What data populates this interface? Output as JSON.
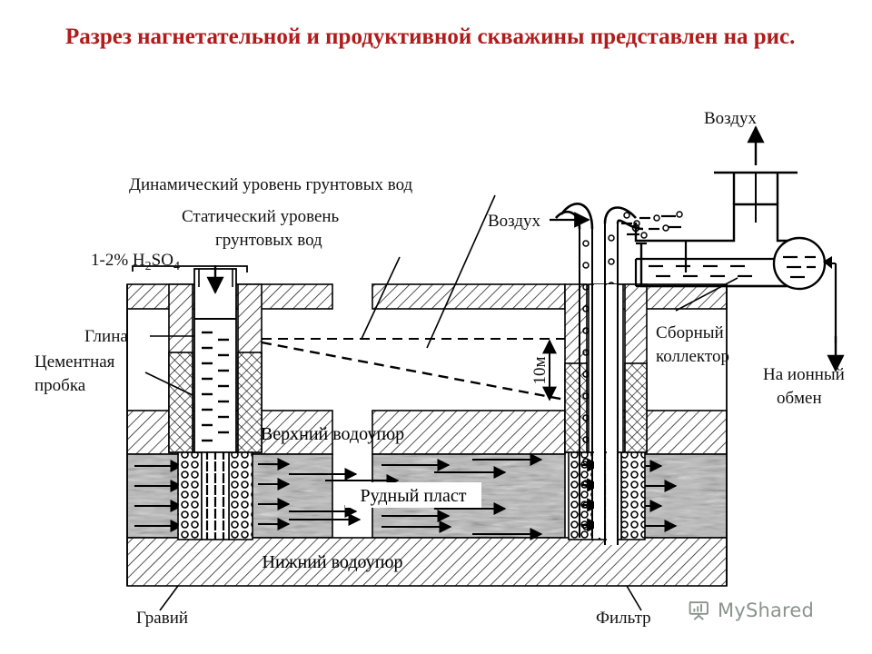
{
  "title": {
    "line1": "Разрез нагнетательной и продуктивной скважины представлен",
    "line2": "на рис.",
    "color": "#b01b1b"
  },
  "diagram": {
    "caption_type": "cross-section of injection and production wells (in-situ leaching)",
    "labels": {
      "dynamic_level": "Динамический уровень грунтовых вод",
      "static_level_l1": "Статический уровень",
      "static_level_l2": "грунтовых вод",
      "acid": "1-2% H",
      "acid_sub1": "2",
      "acid_mid": "SO",
      "acid_sub2": "4",
      "clay": "Глина",
      "cement_plug_l1": "Цементная",
      "cement_plug_l2": "пробка",
      "air_left": "Воздух",
      "air_top": "Воздух",
      "collector_l1": "Сборный",
      "collector_l2": "коллектор",
      "ion_exchange_l1": "На ионный",
      "ion_exchange_l2": "обмен",
      "upper_aquiclude": "Верхний водоупор",
      "ore_bed": "Рудный пласт",
      "lower_aquiclude": "Нижний водоупор",
      "gravel": "Гравий",
      "filter": "Фильтр",
      "depth_mark": "10м"
    },
    "colors": {
      "line": "#000000",
      "ore_fill": "#9a9a9a",
      "hatch": "#222222",
      "paper": "#ffffff"
    }
  },
  "watermark": {
    "text": "MyShared",
    "icon": "presentation-board-icon",
    "color": "#5c6b63"
  }
}
